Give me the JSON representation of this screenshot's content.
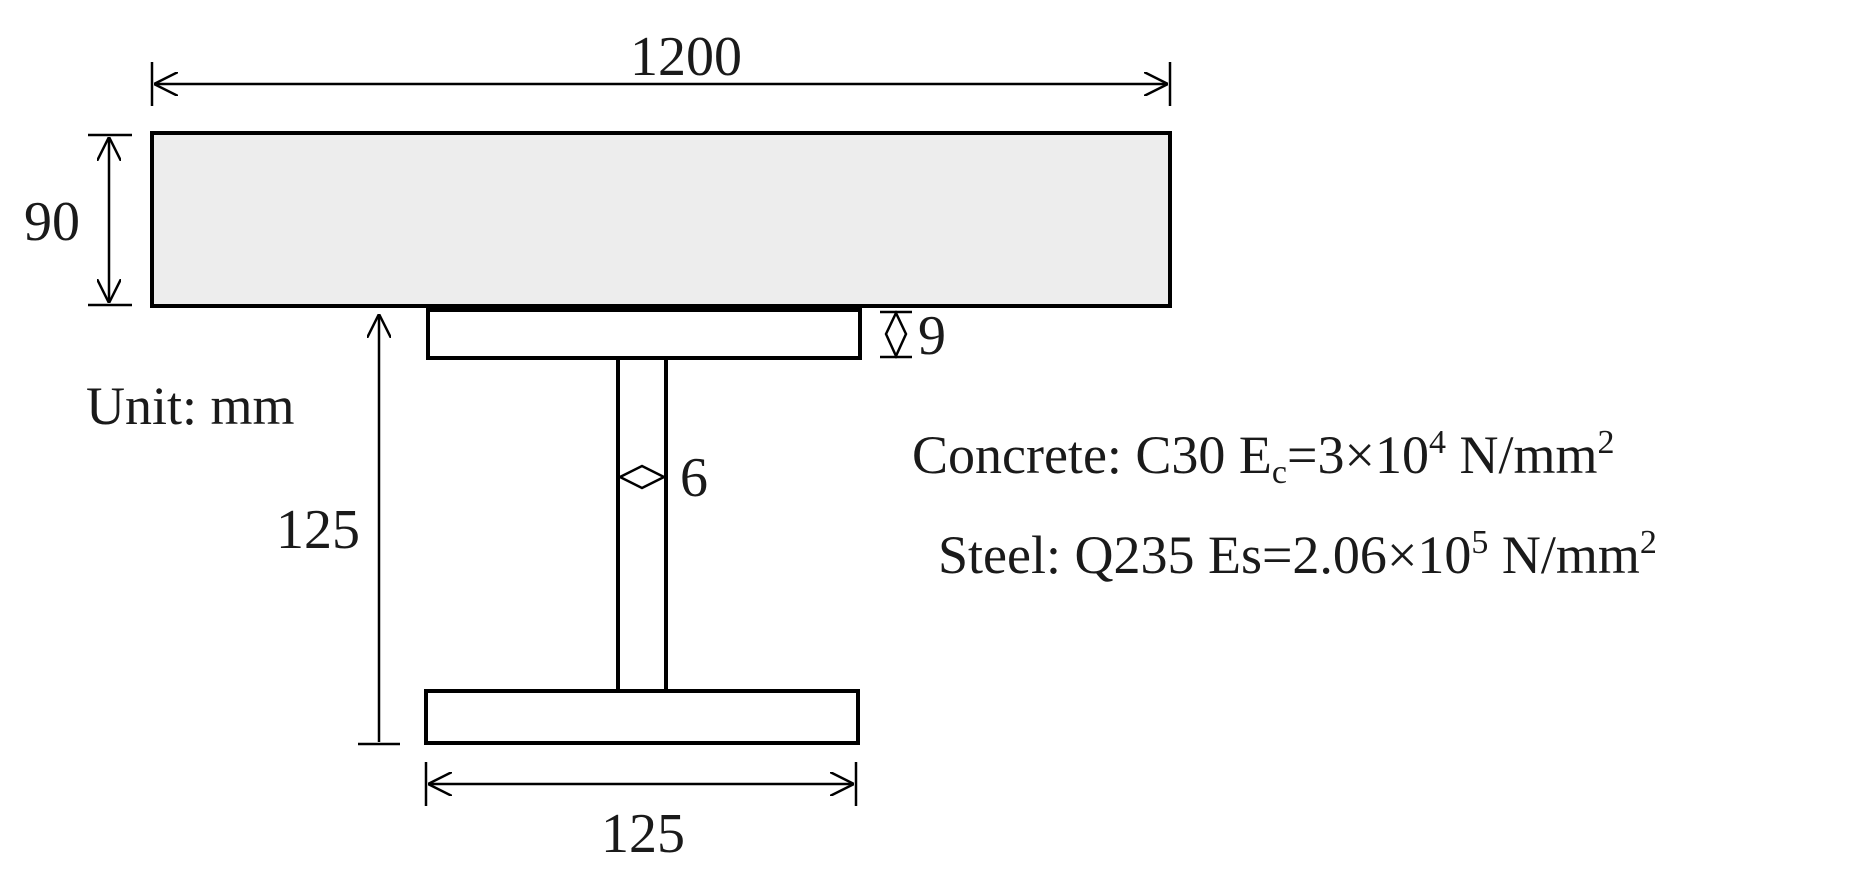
{
  "dimensions": {
    "slab_width": "1200",
    "slab_thickness": "90",
    "top_flange_thickness": "9",
    "web_thickness": "6",
    "steel_height": "125",
    "bottom_flange_width": "125"
  },
  "unit_label": "Unit: mm",
  "concrete": {
    "label": "Concrete: C30 E",
    "modulus_sub": "c",
    "modulus_value": "=3",
    "times": "×",
    "base": "10",
    "exponent": "4",
    "unit": " N/mm",
    "unit_exp": "2"
  },
  "steel": {
    "label": "Steel: Q235  Es=2.06",
    "times": "×",
    "base": "10",
    "exponent": "5",
    "unit": " N/mm",
    "unit_exp": "2"
  },
  "colors": {
    "slab_fill": "#ededed",
    "steel_fill": "#ffffff",
    "line": "#000000"
  }
}
